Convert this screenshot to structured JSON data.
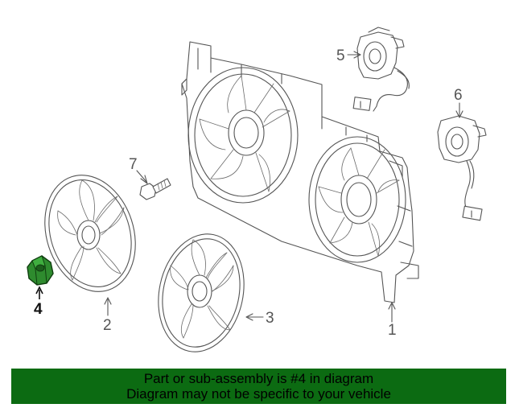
{
  "callouts": {
    "c1": "1",
    "c2": "2",
    "c3": "3",
    "c4": "4",
    "c5": "5",
    "c6": "6",
    "c7": "7"
  },
  "highlighted_part": "4",
  "highlight_color": "#2e8b2e",
  "banner": {
    "line1": "Part or sub-assembly is #4 in diagram",
    "line2": "Diagram may not be specific to your vehicle",
    "background": "#0c6b12"
  }
}
